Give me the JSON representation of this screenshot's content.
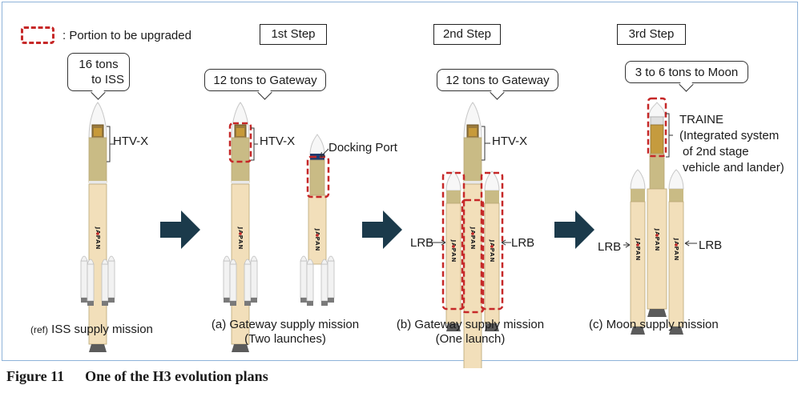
{
  "legend": {
    "label": ": Portion to be upgraded"
  },
  "steps": [
    "1st Step",
    "2nd Step",
    "3rd Step"
  ],
  "bubbles": {
    "iss": [
      "16 tons",
      "to ISS"
    ],
    "gateway_a": "12 tons to Gateway",
    "gateway_b": "12 tons to Gateway",
    "moon": "3 to 6 tons to Moon"
  },
  "labels": {
    "htvx_ref": "HTV-X",
    "htvx_a": "HTV-X",
    "htvx_b": "HTV-X",
    "docking_port": "Docking Port",
    "lrb_b_left": "LRB",
    "lrb_b_right": "LRB",
    "lrb_c_left": "LRB",
    "lrb_c_right": "LRB",
    "traine": [
      "TRAINE",
      "(Integrated system",
      "of 2nd stage",
      "vehicle and lander)"
    ]
  },
  "missions": {
    "ref_prefix": "(ref)",
    "ref": "ISS supply mission",
    "a": [
      "(a) Gateway supply mission",
      "(Two launches)"
    ],
    "b": [
      "(b)  Gateway supply mission",
      "(One launch)"
    ],
    "c": "(c)  Moon supply mission"
  },
  "rocket_text": "JAPAN",
  "colors": {
    "upgrade_dash": "#c62828",
    "arrow": "#1b3a4b",
    "body": "#f2dfba",
    "band": "#c9bb85",
    "frame": "#8fb3d9"
  },
  "caption": {
    "figure": "Figure 11",
    "title": "One of the H3 evolution plans"
  }
}
